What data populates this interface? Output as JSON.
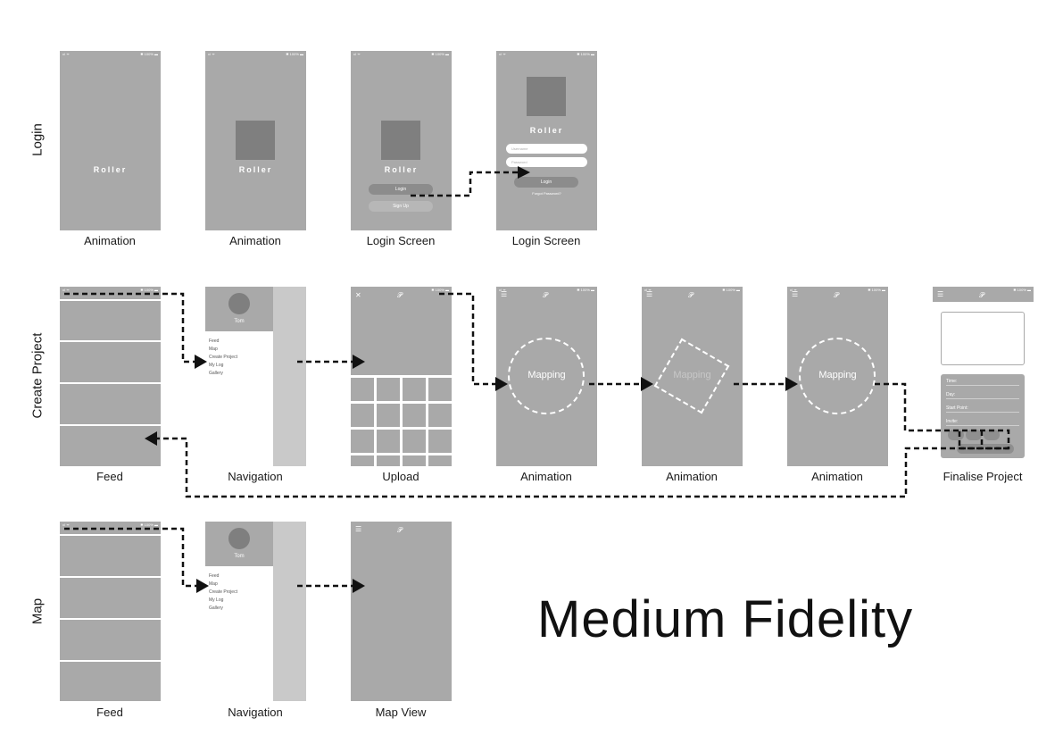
{
  "title": "Medium Fidelity",
  "rows": {
    "login": "Login",
    "create_project": "Create Project",
    "map": "Map"
  },
  "login_row": {
    "captions": [
      "Animation",
      "Animation",
      "Login Screen",
      "Login Screen"
    ],
    "brand": "Roller",
    "login_button": "Login",
    "signup_button": "Sign Up",
    "username_placeholder": "Username",
    "password_placeholder": "Password",
    "forgot_password": "Forgot Password?"
  },
  "create_row": {
    "captions": [
      "Feed",
      "Navigation",
      "Upload",
      "Animation",
      "Animation",
      "Animation",
      "Finalise Project"
    ],
    "mapping_text": "Mapping",
    "nav_user": "Tom",
    "nav_items": [
      "Feed",
      "Map",
      "Create Project",
      "My Log",
      "Gallery"
    ],
    "form_labels": [
      "Time:",
      "Day:",
      "Start Point:",
      "Invite:"
    ]
  },
  "map_row": {
    "captions": [
      "Feed",
      "Navigation",
      "Map View"
    ],
    "nav_user": "Tom",
    "nav_items": [
      "Feed",
      "Map",
      "Create Project",
      "My Log",
      "Gallery"
    ]
  },
  "status_bar": {
    "signal": "ııl ᯤ",
    "battery": "✱ 100% ▬"
  },
  "colors": {
    "screen": "#a9a9a9",
    "dark_block": "#7f7f7f",
    "connector": "#111111"
  },
  "icons": {
    "menu": "hamburger-menu-icon",
    "close": "close-icon",
    "logo": "roller-logo-icon"
  }
}
